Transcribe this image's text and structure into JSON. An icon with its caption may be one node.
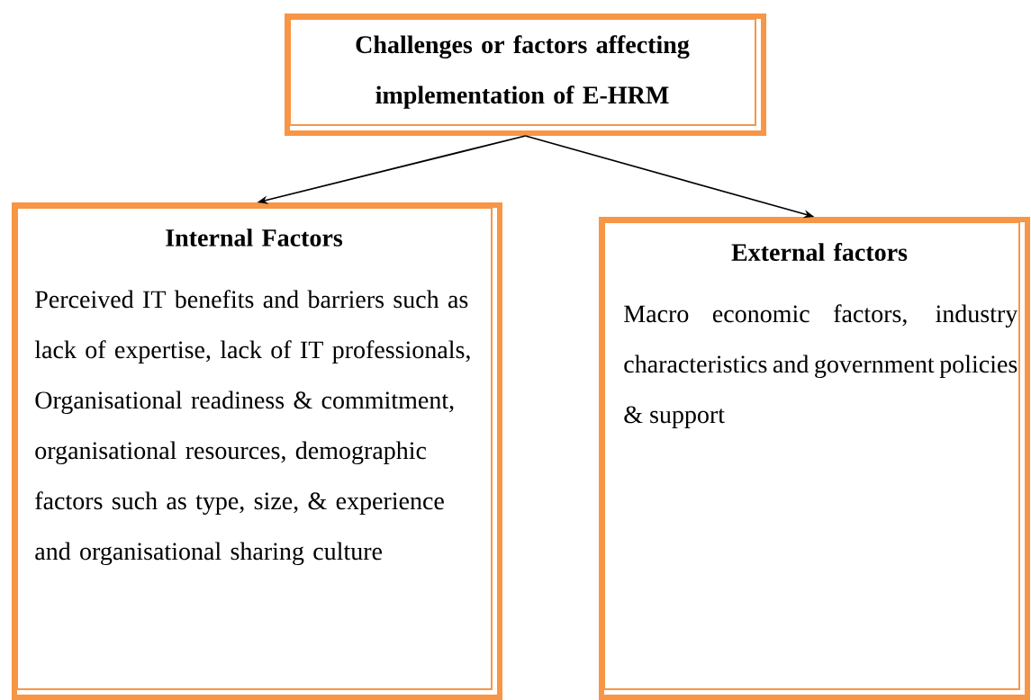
{
  "diagram": {
    "nodes": [
      {
        "text": [
          "Challenges or factors affecting implementation of E-HRM"
        ]
      },
      {
        "text": [
          "Internal Factors",
          "Perceived IT benefits and barriers such as lack of expertise, lack of IT professionals, Organisational readiness & commitment, organisational resources, demographic factors such as type, size, & experience and organisational sharing culture"
        ]
      },
      {
        "text": [
          "External factors",
          "Macro economic factors, industry characteristics and government policies & support"
        ]
      }
    ],
    "edges": [
      {
        "from": 0,
        "to": 1,
        "arrow": "to"
      },
      {
        "from": 0,
        "to": 2,
        "arrow": "to"
      }
    ]
  }
}
